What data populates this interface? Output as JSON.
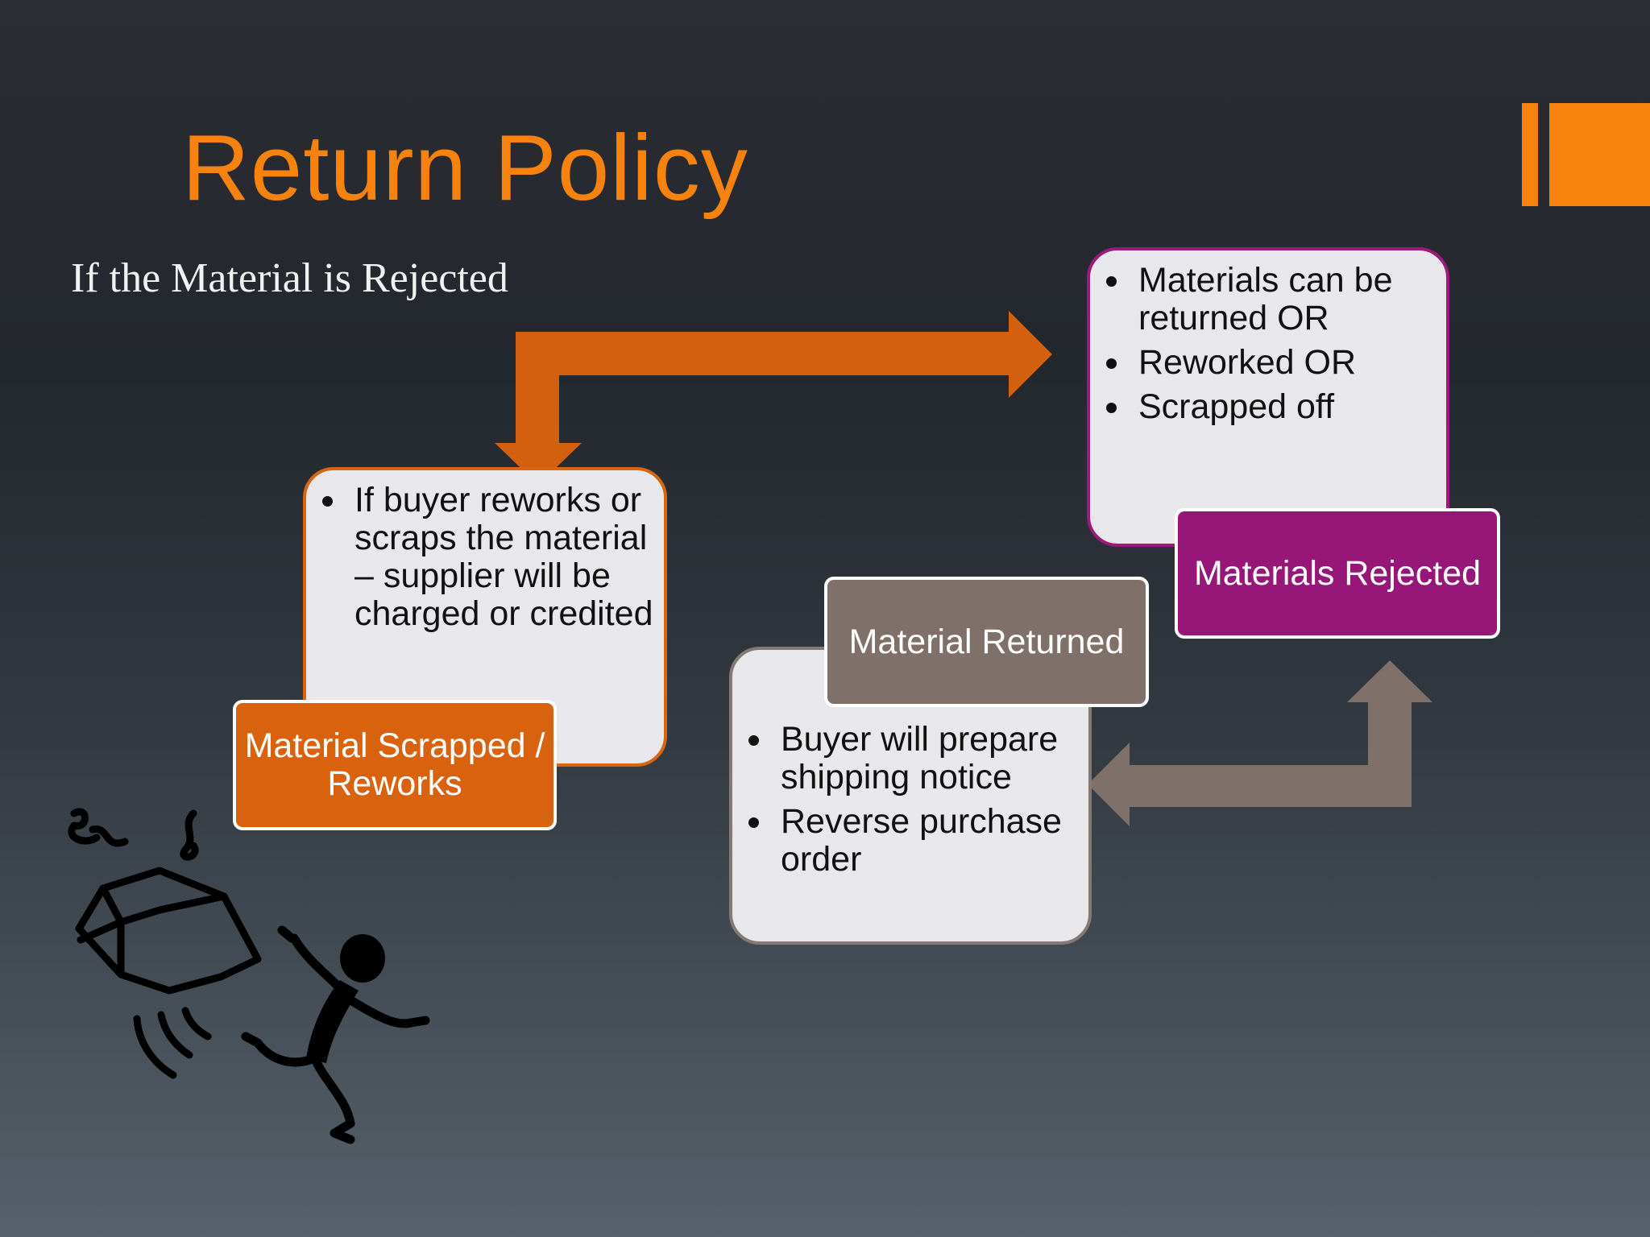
{
  "slide": {
    "title": "Return Policy",
    "subtitle": "If the Material is Rejected"
  },
  "boxes": {
    "scrapped": {
      "label": "Material Scrapped / Reworks",
      "bullets": [
        "If buyer reworks or scraps the material – supplier will be charged or credited"
      ]
    },
    "rejected": {
      "label": "Materials Rejected",
      "bullets": [
        "Materials can be returned OR",
        "Reworked OR",
        "Scrapped off"
      ]
    },
    "returned": {
      "label": "Material Returned",
      "bullets": [
        "Buyer will prepare shipping notice",
        "Reverse purchase order"
      ]
    }
  },
  "colors": {
    "accent": "#f7830e",
    "scrap": "#d9620e",
    "rejected": "#961778",
    "returned": "#7f716a",
    "box_fill": "#e8e8ec"
  },
  "icons": {
    "clipart": "person-kicking-box-icon"
  }
}
